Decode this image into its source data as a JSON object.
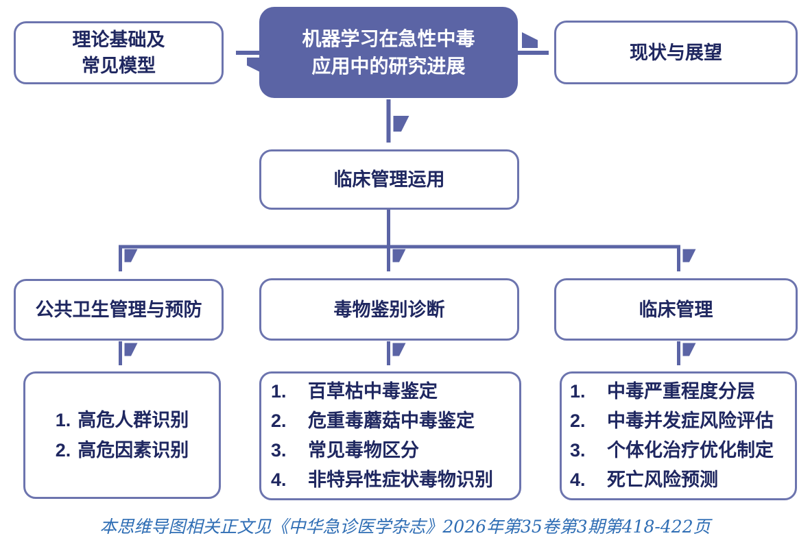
{
  "colors": {
    "fill": "#5B64A5",
    "border": "#6C74AE",
    "text": "#1F2760",
    "caption": "#2E6DB4"
  },
  "root": {
    "line1": "机器学习在急性中毒",
    "line2": "应用中的研究进展"
  },
  "theory": {
    "line1": "理论基础及",
    "line2": "常见模型"
  },
  "outlook": {
    "label": "现状与展望"
  },
  "clinical_application": {
    "label": "临床管理运用"
  },
  "columns": [
    {
      "header": "公共卫生管理与预防",
      "items": [
        {
          "n": "1.",
          "label": "高危人群识别"
        },
        {
          "n": "2.",
          "label": "高危因素识别"
        }
      ]
    },
    {
      "header": "毒物鉴别诊断",
      "items": [
        {
          "n": "1.",
          "label": "百草枯中毒鉴定"
        },
        {
          "n": "2.",
          "label": "危重毒蘑菇中毒鉴定"
        },
        {
          "n": "3.",
          "label": "常见毒物区分"
        },
        {
          "n": "4.",
          "label": "非特异性症状毒物识别"
        }
      ]
    },
    {
      "header": "临床管理",
      "items": [
        {
          "n": "1.",
          "label": "中毒严重程度分层"
        },
        {
          "n": "2.",
          "label": "中毒并发症风险评估"
        },
        {
          "n": "3.",
          "label": "个体化治疗优化制定"
        },
        {
          "n": "4.",
          "label": "死亡风险预测"
        }
      ]
    }
  ],
  "caption": "本思维导图相关正文见《中华急诊医学杂志》2026年第35卷第3期第418-422页"
}
